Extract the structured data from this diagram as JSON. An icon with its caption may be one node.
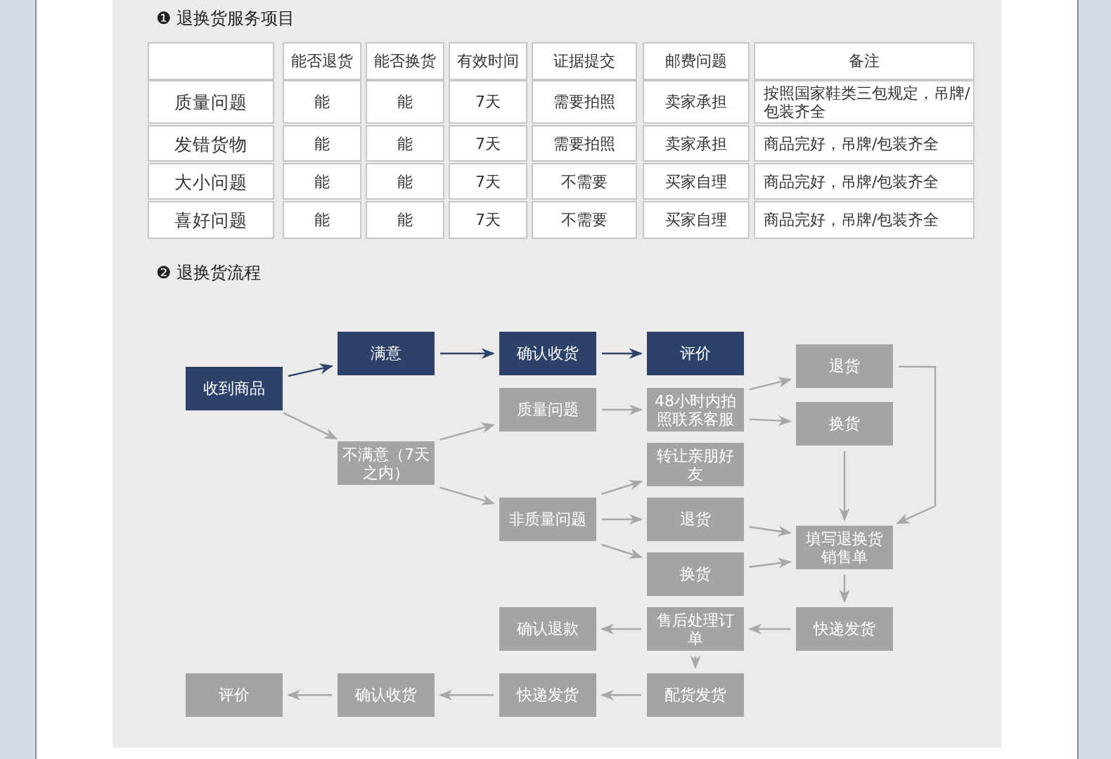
{
  "diagram": {
    "nodes": [
      {
        "text": [
          "收到商品"
        ]
      },
      {
        "text": [
          "满意"
        ]
      },
      {
        "text": [
          "确认收货"
        ]
      },
      {
        "text": [
          "评价"
        ]
      },
      {
        "text": [
          "不满意（7天之内）"
        ]
      },
      {
        "text": [
          "质量问题"
        ]
      },
      {
        "text": [
          "48小时内拍照联系客服"
        ]
      },
      {
        "text": [
          "退货"
        ]
      },
      {
        "text": [
          "换货"
        ]
      },
      {
        "text": [
          "非质量问题"
        ]
      },
      {
        "text": [
          "转让亲朋好友"
        ]
      },
      {
        "text": [
          "退货"
        ]
      },
      {
        "text": [
          "换货"
        ]
      },
      {
        "text": [
          "填写退换货销售单"
        ]
      },
      {
        "text": [
          "确认退款"
        ]
      },
      {
        "text": [
          "售后处理订单"
        ]
      },
      {
        "text": [
          "快递发货"
        ]
      },
      {
        "text": [
          "评价"
        ]
      },
      {
        "text": [
          "确认收货"
        ]
      },
      {
        "text": [
          "快递发货"
        ]
      },
      {
        "text": [
          "配货发货"
        ]
      }
    ],
    "edges": [
      {
        "from": 0,
        "to": 1,
        "arrow": "to",
        "color": "#2c4268"
      },
      {
        "from": 0,
        "to": 4,
        "arrow": "to"
      },
      {
        "from": 1,
        "to": 2,
        "arrow": "to",
        "color": "#2c4268"
      },
      {
        "from": 2,
        "to": 3,
        "arrow": "to",
        "color": "#2c4268"
      },
      {
        "from": 4,
        "to": 5,
        "arrow": "to"
      },
      {
        "from": 4,
        "to": 9,
        "arrow": "to"
      },
      {
        "from": 5,
        "to": 6,
        "arrow": "to"
      },
      {
        "from": 6,
        "to": 7,
        "arrow": "to"
      },
      {
        "from": 6,
        "to": 8,
        "arrow": "to"
      },
      {
        "from": 9,
        "to": 10,
        "arrow": "to"
      },
      {
        "from": 9,
        "to": 11,
        "arrow": "to"
      },
      {
        "from": 9,
        "to": 12,
        "arrow": "to"
      },
      {
        "from": 7,
        "to": 13,
        "arrow": "to"
      },
      {
        "from": 8,
        "to": 13,
        "arrow": "to"
      },
      {
        "from": 11,
        "to": 13,
        "arrow": "to"
      },
      {
        "from": 12,
        "to": 13,
        "arrow": "to"
      },
      {
        "from": 13,
        "to": 16,
        "arrow": "to"
      },
      {
        "from": 16,
        "to": 15,
        "arrow": "to"
      },
      {
        "from": 15,
        "to": 14,
        "arrow": "to"
      },
      {
        "from": 15,
        "to": 20,
        "arrow": "to"
      },
      {
        "from": 20,
        "to": 19,
        "arrow": "to"
      },
      {
        "from": 19,
        "to": 18,
        "arrow": "to"
      },
      {
        "from": 18,
        "to": 17,
        "arrow": "to"
      }
    ],
    "labels": [
      "❶ 退换货服务项目",
      "能否退货",
      "能否换货",
      "有效时间",
      "证据提交",
      "邮费问题",
      "备注",
      "质量问题",
      "能",
      "能",
      "7天",
      "需要拍照",
      "卖家承担",
      "按照国家鞋类三包规定，吊牌/包装齐全",
      "发错货物",
      "能",
      "能",
      "7天",
      "需要拍照",
      "卖家承担",
      "商品完好，吊牌/包装齐全",
      "大小问题",
      "能",
      "能",
      "7天",
      "不需要",
      "买家自理",
      "商品完好，吊牌/包装齐全",
      "喜好问题",
      "能",
      "能",
      "7天",
      "不需要",
      "买家自理",
      "商品完好，吊牌/包装齐全",
      "❷ 退换货流程"
    ]
  }
}
